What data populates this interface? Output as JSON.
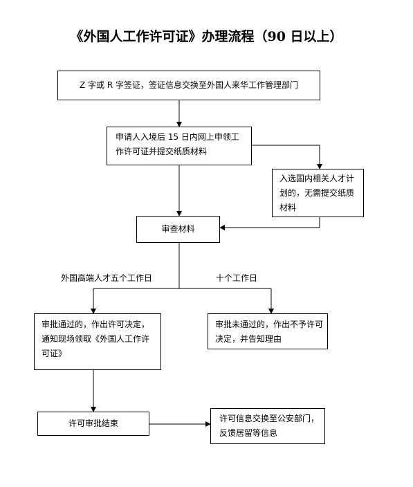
{
  "title": "《外国人工作许可证》办理流程（90 日以上）",
  "nodes": {
    "visa": "Z 字或 R 字签证，签证信息交换至外国人来华工作管理部门",
    "apply": "申请人入境后 15 日内网上申领工作许可证并提交纸质材料",
    "talent": "入选国内相关人才计划的，无需提交纸质材料",
    "review": "审查材料",
    "approved": "审批通过的，作出许可决定，通知现场领取《外国人工作许可证》",
    "rejected": "审批未通过的，作出不予许可决定，并告知理由",
    "end": "许可审批结束",
    "exchange": "许可信息交换至公安部门，反馈居留等信息"
  },
  "edge_labels": {
    "high_talent": "外国高端人才五个工作日",
    "ten_days": "十个工作日"
  }
}
